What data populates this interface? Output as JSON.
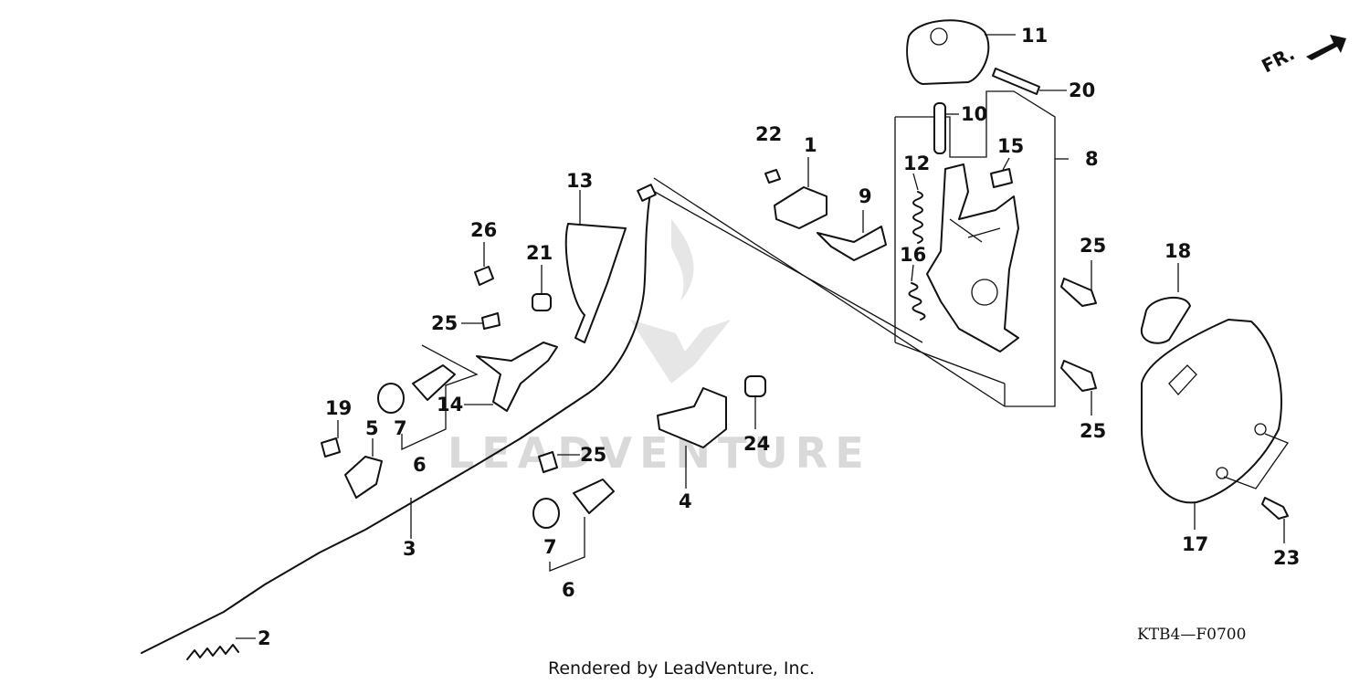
{
  "callouts": {
    "p1": "1",
    "p2": "2",
    "p3": "3",
    "p4": "4",
    "p5": "5",
    "p6a": "6",
    "p6b": "6",
    "p7a": "7",
    "p7b": "7",
    "p8": "8",
    "p9": "9",
    "p10": "10",
    "p11": "11",
    "p12": "12",
    "p13": "13",
    "p14": "14",
    "p15": "15",
    "p16": "16",
    "p17": "17",
    "p18": "18",
    "p19": "19",
    "p20": "20",
    "p21": "21",
    "p22": "22",
    "p23": "23",
    "p24": "24",
    "p25a": "25",
    "p25b": "25",
    "p25c": "25",
    "p25d": "25",
    "p26": "26"
  },
  "direction_label": "FR.",
  "diagram_code": "KTB4—F0700",
  "credit": "Rendered by LeadVenture, Inc.",
  "watermark": "LEADVENTURE",
  "icons": {
    "direction": "arrow-icon",
    "logo": "leadventure-logo-icon"
  }
}
